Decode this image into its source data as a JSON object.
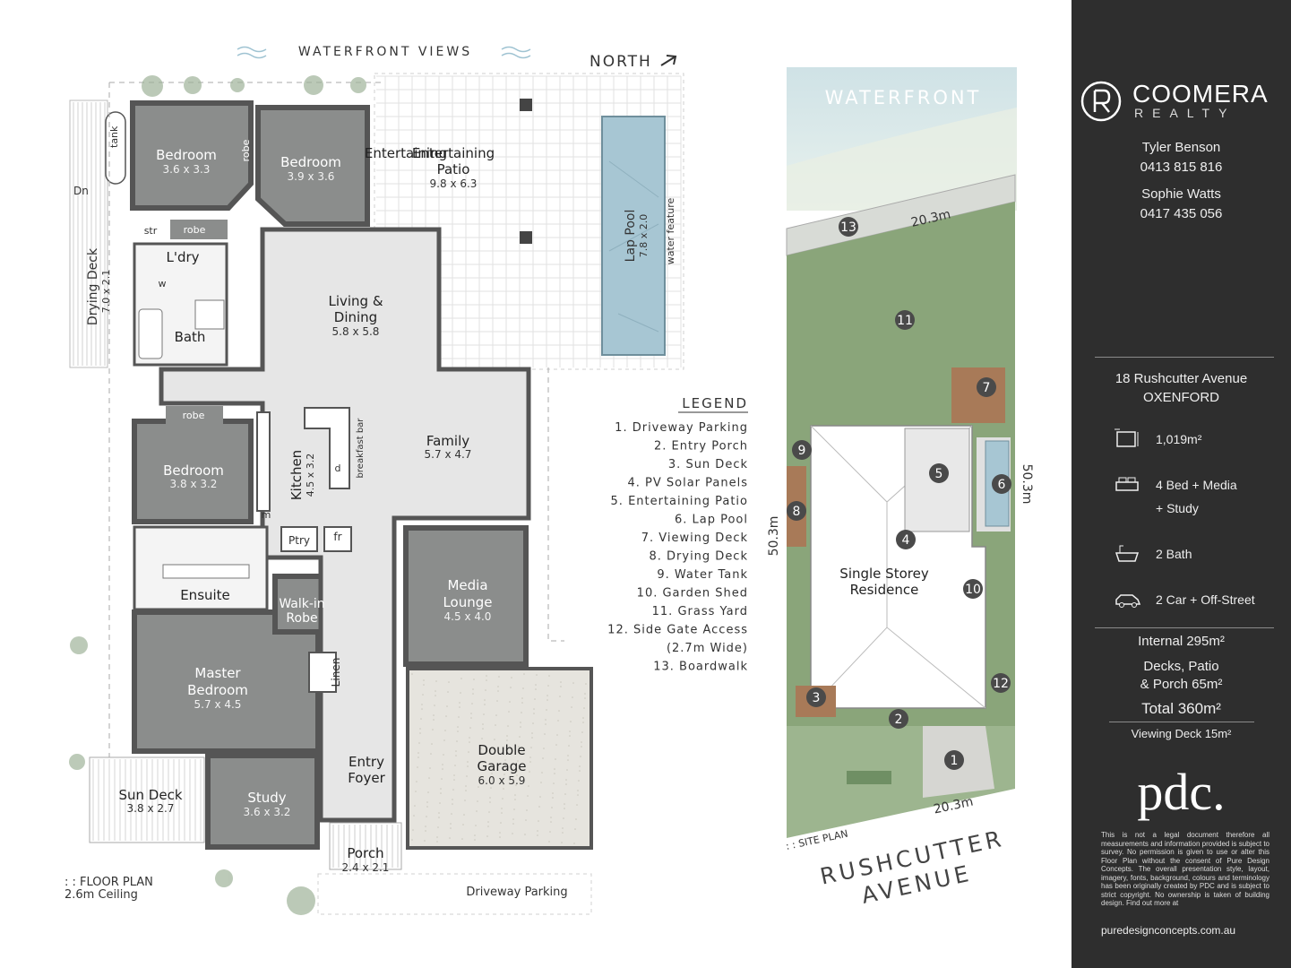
{
  "floor_plan": {
    "waterfront_views": "WATERFRONT VIEWS",
    "north": "NORTH",
    "caption": ": : FLOOR PLAN",
    "ceiling": "2.6m Ceiling",
    "driveway_parking": "Driveway Parking",
    "labels": {
      "tank": "tank",
      "dn": "Dn",
      "drying_deck": "Drying Deck",
      "drying_deck_dim": "7.0 x 2.1",
      "str": "str",
      "robe": "robe",
      "w": "w",
      "m": "m",
      "breakfast_bar": "breakfast bar",
      "d": "d",
      "ptry": "Ptry",
      "fr": "fr",
      "linen": "Linen",
      "water_feature": "water feature"
    },
    "rooms": {
      "bedroom_1": {
        "name": "Bedroom",
        "dim": "3.6 x 3.3"
      },
      "bedroom_2": {
        "name": "Bedroom",
        "dim": "3.9 x 3.6"
      },
      "bedroom_3": {
        "name": "Bedroom",
        "dim": "3.8 x 3.2"
      },
      "laundry": {
        "name": "L'dry"
      },
      "bath": {
        "name": "Bath"
      },
      "ensuite": {
        "name": "Ensuite"
      },
      "walk_in_robe": {
        "name1": "Walk-in",
        "name2": "Robe"
      },
      "master": {
        "name1": "Master",
        "name2": "Bedroom",
        "dim": "5.7 x 4.5"
      },
      "study": {
        "name": "Study",
        "dim": "3.6 x 3.2"
      },
      "sun_deck": {
        "name": "Sun Deck",
        "dim": "3.8 x 2.7"
      },
      "entertaining": {
        "name1": "Entertaining",
        "name2": "Patio",
        "dim": "9.8 x 6.3"
      },
      "lap_pool": {
        "name": "Lap Pool",
        "dim": "7.8 x 2.0"
      },
      "living": {
        "name1": "Living &",
        "name2": "Dining",
        "dim": "5.8 x 5.8"
      },
      "family": {
        "name": "Family",
        "dim": "5.7 x 4.7"
      },
      "kitchen": {
        "name": "Kitchen",
        "dim": "4.5 x 3.2"
      },
      "media": {
        "name1": "Media",
        "name2": "Lounge",
        "dim": "4.5 x 4.0"
      },
      "entry": {
        "name1": "Entry",
        "name2": "Foyer"
      },
      "garage": {
        "name1": "Double",
        "name2": "Garage",
        "dim": "6.0 x 5.9"
      },
      "porch": {
        "name": "Porch",
        "dim": "2.4 x 2.1"
      }
    }
  },
  "legend": {
    "title": "LEGEND",
    "items": [
      "1. Driveway Parking",
      "2. Entry Porch",
      "3. Sun Deck",
      "4. PV Solar Panels",
      "5. Entertaining Patio",
      "6. Lap Pool",
      "7. Viewing Deck",
      "8. Drying Deck",
      "9. Water Tank",
      "10. Garden Shed",
      "11. Grass Yard",
      "12. Side Gate Access",
      "(2.7m Wide)",
      "13. Boardwalk"
    ]
  },
  "site_plan": {
    "waterfront": "WATERFRONT",
    "caption": ": : SITE PLAN",
    "street_line1": "RUSHCUTTER",
    "street_line2": "AVENUE",
    "residence": "Single Storey Residence",
    "residence_l1": "Single Storey",
    "residence_l2": "Residence",
    "dim_top": "20.3m",
    "dim_bottom": "20.3m",
    "dim_left": "50.3m",
    "dim_right": "50.3m",
    "markers": [
      "1",
      "2",
      "3",
      "4",
      "5",
      "6",
      "7",
      "8",
      "9",
      "10",
      "11",
      "12",
      "13"
    ]
  },
  "panel": {
    "brand": "COOMERA",
    "brand_sub": "REALTY",
    "agent1_name": "Tyler Benson",
    "agent1_phone": "0413 815 816",
    "agent2_name": "Sophie Watts",
    "agent2_phone": "0417 435 056",
    "address": "18 Rushcutter Avenue",
    "suburb": "OXENFORD",
    "land": "1,019m²",
    "beds": "4 Bed + Media",
    "beds2": "+ Study",
    "baths": "2 Bath",
    "cars": "2 Car + Off-Street",
    "internal": "Internal 295m²",
    "decks1": "Decks, Patio",
    "decks2": "& Porch 65m²",
    "total": "Total 360m²",
    "viewing": "Viewing Deck 15m²",
    "pdc_logo": "pdc.",
    "disclaimer": "This is not a legal document therefore all measurements and information provided is subject to survey. No permission is given to use or alter this Floor Plan without the consent of Pure Design Concepts. The overall presentation style, layout, imagery, fonts, background, colours and terminology has been originally created by PDC and is subject to strict copyright. No ownership is taken of building design. Find out more at",
    "website": "puredesignconcepts.com.au",
    "colors": {
      "panel_bg": "#2e2e2e",
      "room_dark": "#8b8d8c",
      "wall": "#555555",
      "water": "#a7c6d3",
      "grass": "#8aa57a"
    }
  }
}
